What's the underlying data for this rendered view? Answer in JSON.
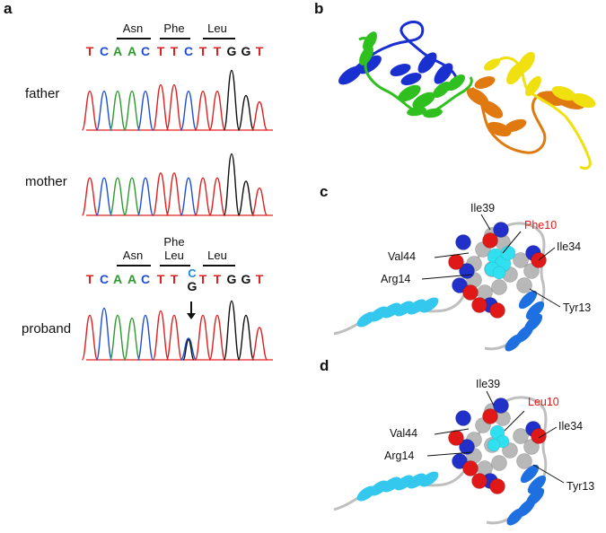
{
  "panels": {
    "a": "a",
    "b": "b",
    "c": "c",
    "d": "d"
  },
  "panel_a": {
    "codons_top": [
      "Asn",
      "Phe",
      "Leu"
    ],
    "sequence_top": [
      "T",
      "C",
      "A",
      "A",
      "C",
      "T",
      "T",
      "C",
      "T",
      "T",
      "G",
      "G",
      "T"
    ],
    "samples": [
      "father",
      "mother",
      "proband"
    ],
    "codons_bottom": [
      "Asn",
      "Phe",
      "Leu",
      "Leu"
    ],
    "sequence_bottom": [
      "T",
      "C",
      "A",
      "A",
      "C",
      "T",
      "T",
      "",
      "T",
      "T",
      "G",
      "G",
      "T"
    ],
    "variant_ref": "C",
    "variant_alt": "G",
    "base_colors": {
      "T": "#e02020",
      "C": "#1f4fd6",
      "A": "#2e9a2e",
      "G": "#111111"
    }
  },
  "panel_c": {
    "labels": {
      "ile39": "Ile39",
      "residue10": "Phe10",
      "ile34": "Ile34",
      "val44": "Val44",
      "arg14": "Arg14",
      "tyr13": "Tyr13"
    }
  },
  "panel_d": {
    "labels": {
      "ile39": "Ile39",
      "residue10": "Leu10",
      "ile34": "Ile34",
      "val44": "Val44",
      "arg14": "Arg14",
      "tyr13": "Tyr13"
    }
  },
  "colors": {
    "helix_blue": "#1a2fd0",
    "helix_green": "#2fc01f",
    "helix_orange": "#e07a10",
    "helix_yellow": "#f0e010",
    "helix_cyan": "#35c8ee",
    "helix_mid_blue": "#1e6fe0",
    "sphere_gray": "#b8b8b8",
    "sphere_red": "#e01818",
    "sphere_blue": "#2030c8",
    "sphere_cyan": "#30e0f0",
    "mutation_label": "#e01818"
  }
}
